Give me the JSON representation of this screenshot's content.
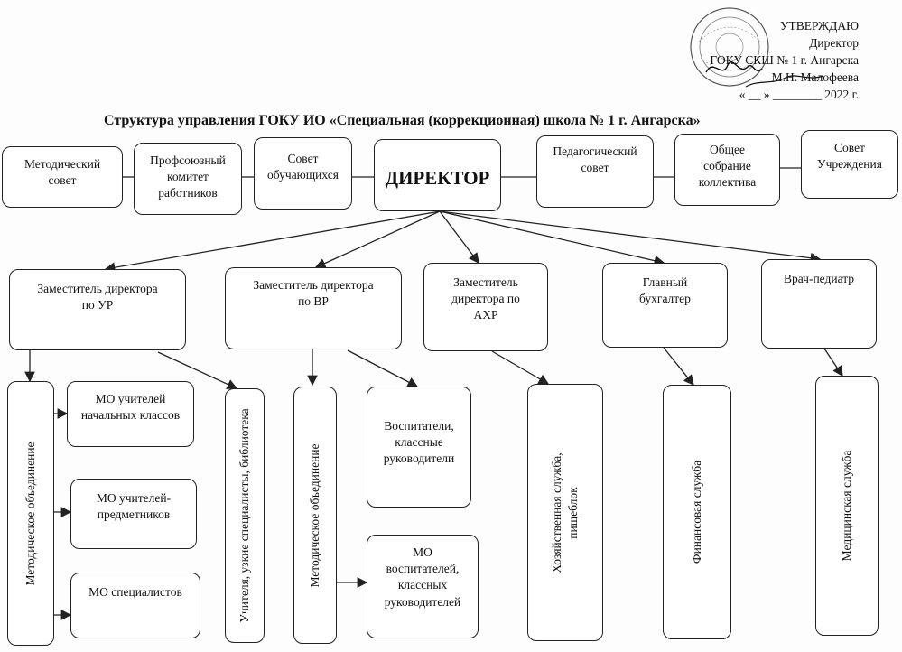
{
  "approval": {
    "heading": "УТВЕРЖДАЮ",
    "position": "Директор",
    "org": "ГОКУ СКШ № 1  г. Ангарска",
    "signature_name": "М.Н. Малофеева",
    "date_line": "« __ » ________ 2022 г."
  },
  "title": "Структура управления ГОКУ ИО «Специальная (коррекционная) школа № 1 г. Ангарска»",
  "top_row": {
    "director": "ДИРЕКТОР",
    "councils": [
      [
        "Методический",
        "совет"
      ],
      [
        "Профсоюзный",
        "комитет",
        "работников"
      ],
      [
        "Совет",
        "обучающихся"
      ],
      [
        "Педагогический",
        "совет"
      ],
      [
        "Общее",
        "собрание",
        "коллектива"
      ],
      [
        "Совет",
        "Учреждения"
      ]
    ]
  },
  "deputies": [
    [
      "Заместитель директора",
      "по УР"
    ],
    [
      "Заместитель директора",
      "по ВР"
    ],
    [
      "Заместитель",
      "директора по",
      "АХР"
    ],
    [
      "Главный",
      "бухгалтер"
    ],
    [
      "Врач-педиатр"
    ]
  ],
  "bottom": {
    "method_ur": "Методическое объединение",
    "mo_primary": [
      "МО учителей",
      "начальных классов"
    ],
    "mo_subject": [
      "МО учителей-",
      "предметников"
    ],
    "mo_specialists": [
      "МО специалистов"
    ],
    "teachers": "Учителя, узкие специалисты, библиотека",
    "method_vr": "Методическое объединение",
    "educators": [
      "Воспитатели,",
      "классные",
      "руководители"
    ],
    "mo_educators": [
      "МО",
      "воспитателей,",
      "классных",
      "руководителей"
    ],
    "household": [
      "Хозяйственная служба,",
      "пищеблок"
    ],
    "finance": "Финансовая служба",
    "medical": "Медицинская служба"
  }
}
